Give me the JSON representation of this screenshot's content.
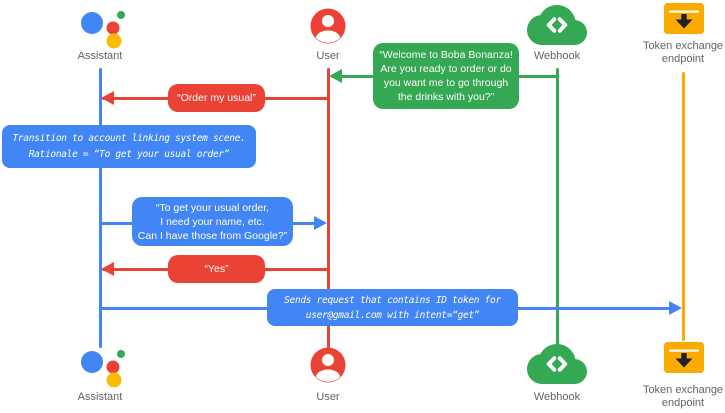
{
  "colors": {
    "blue": "#4285F4",
    "red": "#EA4335",
    "green": "#34A853",
    "amber": "#F9AB00",
    "gray": "#5F6368"
  },
  "actors": {
    "assistant": {
      "label": "Assistant"
    },
    "user": {
      "label": "User"
    },
    "webhook": {
      "label": "Webhook"
    },
    "token_endpoint": {
      "label": "Token exchange\nendpoint"
    }
  },
  "messages": {
    "welcome": {
      "from": "Webhook",
      "to": "User",
      "text": "“Welcome to Boba Bonanza!\nAre you ready to order or do\nyou want me to go through\nthe drinks with you?”"
    },
    "order_my_usual": {
      "from": "User",
      "to": "Assistant",
      "text": "“Order my usual”"
    },
    "transition_note": {
      "on": "Assistant",
      "text": "Transition to account linking system scene.\nRationale = “To get your usual order”"
    },
    "ask_google_info": {
      "from": "Assistant",
      "to": "User",
      "text": "“To get your usual order,\nI need your name, etc.\nCan I have those from Google?”"
    },
    "yes_reply": {
      "from": "User",
      "to": "Assistant",
      "text": "“Yes”"
    },
    "send_id_token": {
      "from": "Assistant",
      "to": "Token exchange endpoint",
      "text": "Sends request that contains ID token for\nuser@gmail.com with intent=“get”"
    }
  }
}
